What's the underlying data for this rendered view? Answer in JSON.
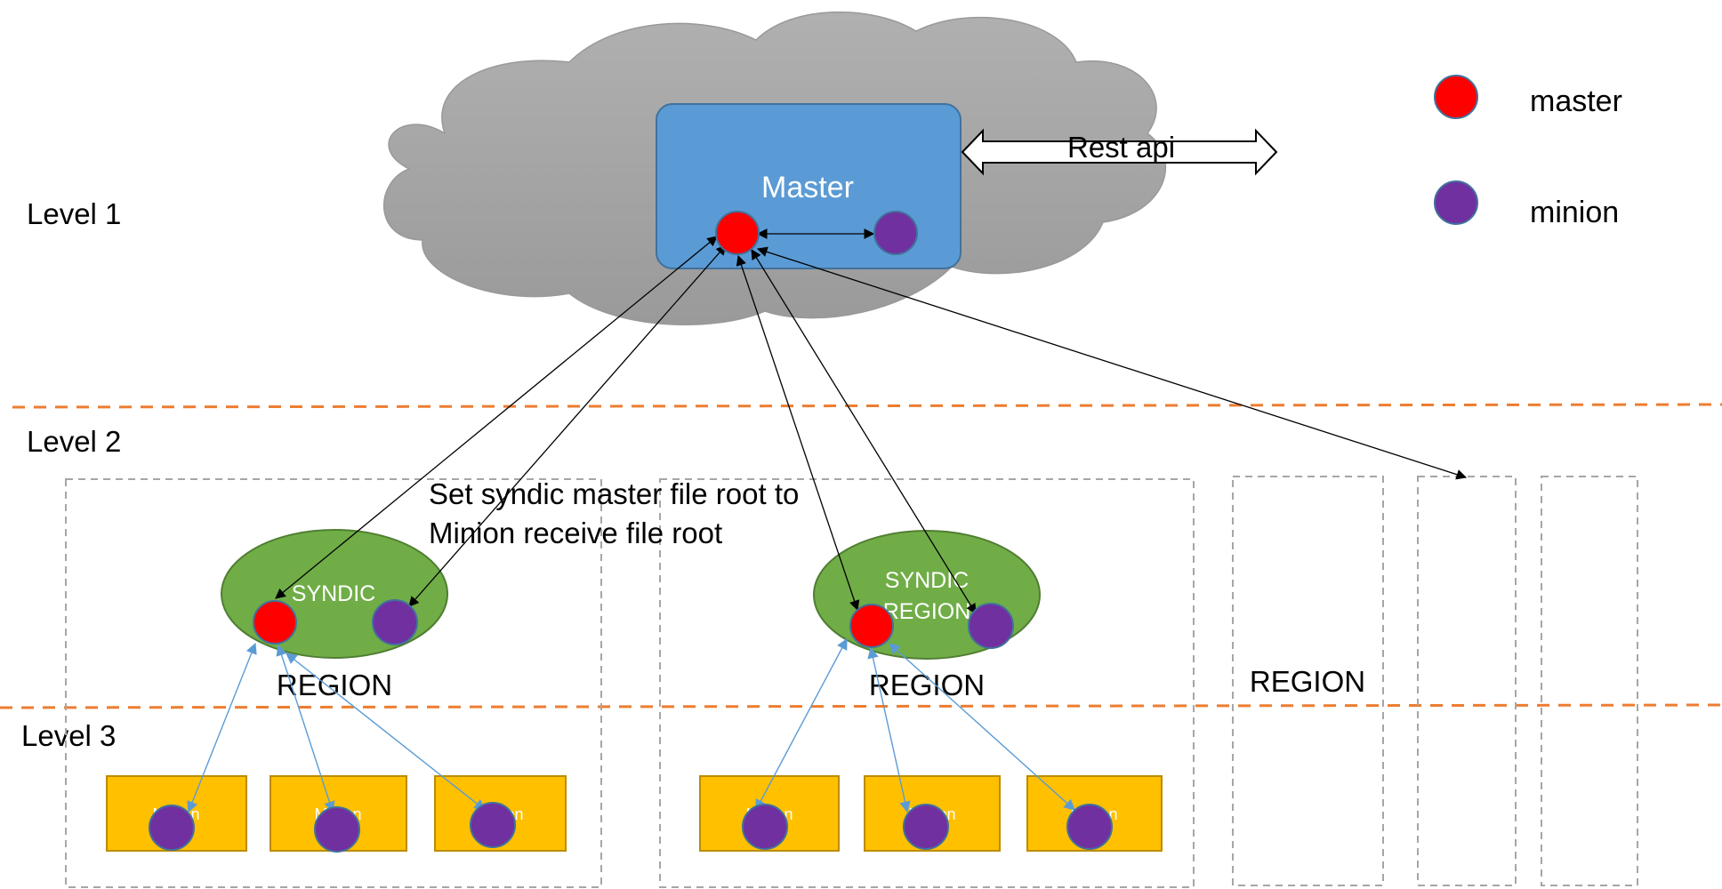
{
  "levels": {
    "level1": "Level 1",
    "level2": "Level 2",
    "level3": "Level 3"
  },
  "master_box": {
    "label": "Master"
  },
  "rest_api": {
    "label": "Rest api"
  },
  "legend": {
    "master": "master",
    "minion": "minion"
  },
  "note": {
    "line1": "Set syndic master file root to",
    "line2": "Minion receive file root"
  },
  "region1": {
    "syndic_label": "SYNDIC",
    "region_label": "REGION"
  },
  "region2": {
    "syndic_line1": "SYNDIC",
    "syndic_line2": "REGION",
    "region_label": "REGION"
  },
  "region3": {
    "region_label": "REGION"
  },
  "minion_box_label": "Minion",
  "colors": {
    "master_node": "#ff0000",
    "minion_node": "#7030a0",
    "master_box": "#5b9bd5",
    "syndic": "#70ad47",
    "minion_box": "#ffc000",
    "level_line": "#ed7d31",
    "cloud": "#a6a6a6",
    "blue_link": "#5b9bd5"
  }
}
